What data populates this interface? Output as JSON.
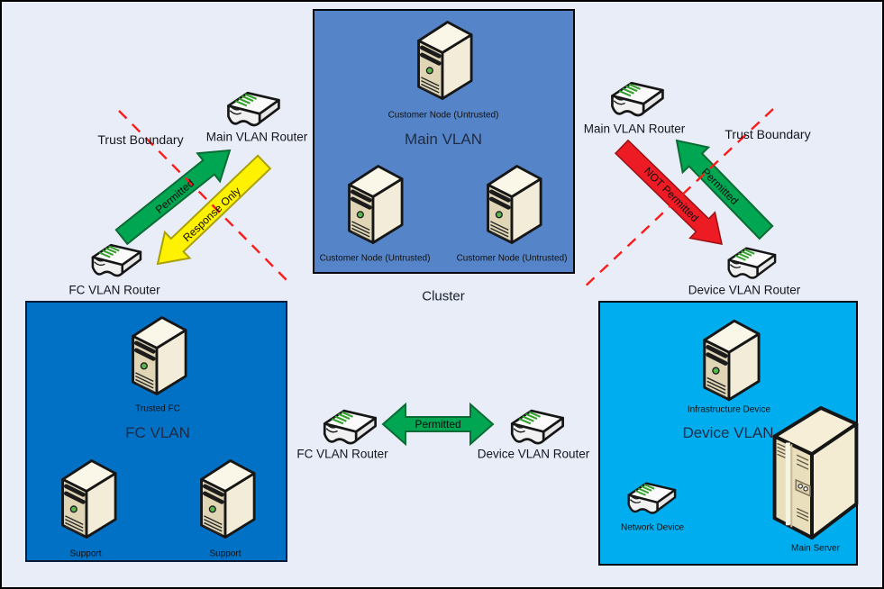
{
  "colors": {
    "canvas_bg": "#e9edf7",
    "main_vlan_bg": "#5585c8",
    "fc_vlan_bg": "#0071c5",
    "device_vlan_bg": "#00aeef",
    "permitted": "#00a651",
    "response_only": "#fff200",
    "not_permitted": "#ed1c24",
    "boundary_line": "#ff1a1a"
  },
  "cluster_label": "Cluster",
  "main_vlan": {
    "title": "Main VLAN",
    "node_top": "Customer Node (Untrusted)",
    "node_left": "Customer Node (Untrusted)",
    "node_right": "Customer Node (Untrusted)"
  },
  "fc_vlan": {
    "title": "FC VLAN",
    "node_top": "Trusted FC",
    "node_left": "Support",
    "node_right": "Support"
  },
  "device_vlan": {
    "title": "Device VLAN",
    "node_top": "Infrastructure Device",
    "node_left": "Network Device",
    "node_right": "Main Server"
  },
  "routers": {
    "left_main": "Main VLAN Router",
    "left_fc": "FC VLAN Router",
    "right_main": "Main VLAN Router",
    "right_device": "Device VLAN Router",
    "bottom_fc": "FC VLAN Router",
    "bottom_device": "Device VLAN Router"
  },
  "boundaries": {
    "left": "Trust Boundary",
    "right": "Trust Boundary"
  },
  "arrows": {
    "left_up": "Permitted",
    "left_down": "Response Only",
    "right_down": "NOT Permitted",
    "right_up": "Permitted",
    "bottom": "Permitted"
  }
}
